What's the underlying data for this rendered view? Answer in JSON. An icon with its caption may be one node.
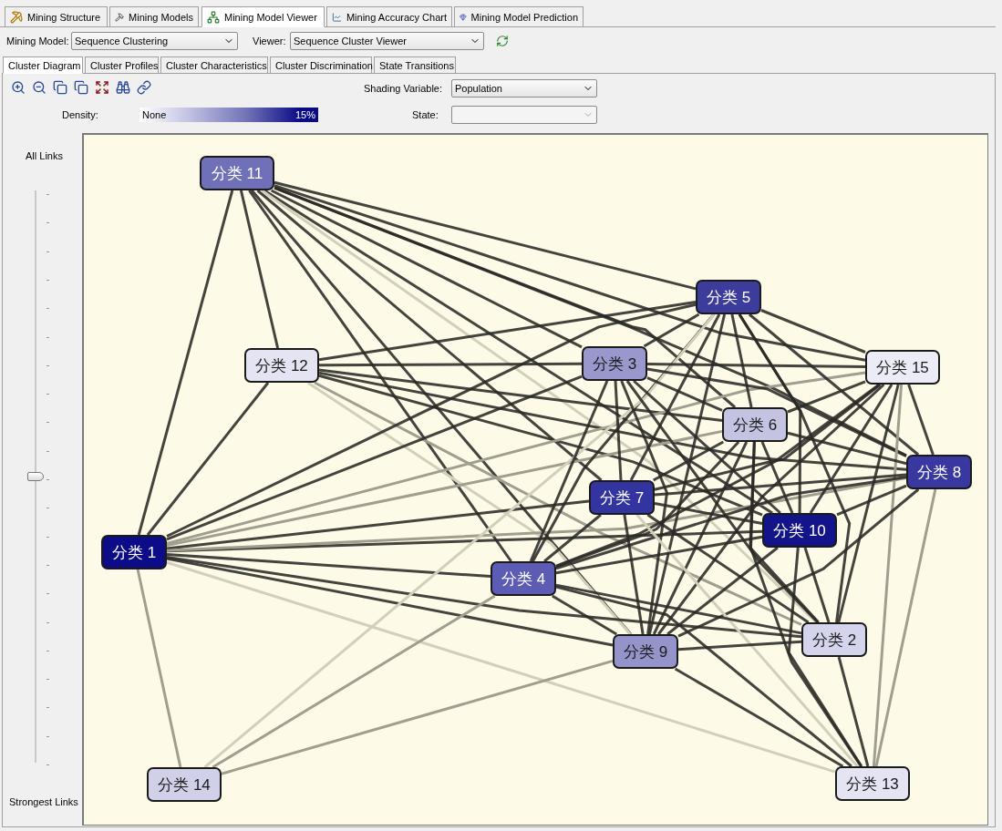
{
  "diagram": {
    "nodes": [
      {
        "text": [
          "分类 11"
        ]
      },
      {
        "text": [
          "分类 5"
        ]
      },
      {
        "text": [
          "分类 12"
        ]
      },
      {
        "text": [
          "分类 3"
        ]
      },
      {
        "text": [
          "分类 15"
        ]
      },
      {
        "text": [
          "分类 6"
        ]
      },
      {
        "text": [
          "分类 8"
        ]
      },
      {
        "text": [
          "分类 7"
        ]
      },
      {
        "text": [
          "分类 10"
        ]
      },
      {
        "text": [
          "分类 1"
        ]
      },
      {
        "text": [
          "分类 4"
        ]
      },
      {
        "text": [
          "分类 2"
        ]
      },
      {
        "text": [
          "分类 9"
        ]
      },
      {
        "text": [
          "分类 14"
        ]
      },
      {
        "text": [
          "分类 13"
        ]
      }
    ],
    "edges": [
      {
        "from": 0,
        "to": 9,
        "arrow": "none"
      },
      {
        "from": 0,
        "to": 2,
        "arrow": "none"
      },
      {
        "from": 0,
        "to": 1,
        "arrow": "none"
      },
      {
        "from": 0,
        "to": 3,
        "arrow": "none"
      },
      {
        "from": 0,
        "to": 4,
        "arrow": "none"
      },
      {
        "from": 0,
        "to": 5,
        "arrow": "none"
      },
      {
        "from": 0,
        "to": 6,
        "arrow": "none"
      },
      {
        "from": 0,
        "to": 7,
        "arrow": "none"
      },
      {
        "from": 0,
        "to": 8,
        "arrow": "none"
      },
      {
        "from": 0,
        "to": 10,
        "arrow": "none"
      },
      {
        "from": 0,
        "to": 11,
        "arrow": "none",
        "color": "#d2cfbb"
      },
      {
        "from": 0,
        "to": 12,
        "arrow": "none"
      },
      {
        "from": 2,
        "to": 9,
        "arrow": "none"
      },
      {
        "from": 2,
        "to": 1,
        "arrow": "none"
      },
      {
        "from": 2,
        "to": 3,
        "arrow": "none"
      },
      {
        "from": 2,
        "to": 5,
        "arrow": "none"
      },
      {
        "from": 2,
        "to": 6,
        "arrow": "none"
      },
      {
        "from": 2,
        "to": 8,
        "arrow": "none"
      },
      {
        "from": 2,
        "to": 11,
        "arrow": "none",
        "color": "#a19e90"
      },
      {
        "from": 2,
        "to": 12,
        "arrow": "none",
        "color": "#d2cfbb"
      },
      {
        "from": 9,
        "to": 1,
        "arrow": "none"
      },
      {
        "from": 9,
        "to": 3,
        "arrow": "none"
      },
      {
        "from": 9,
        "to": 5,
        "arrow": "none",
        "color": "#a19e90"
      },
      {
        "from": 9,
        "to": 7,
        "arrow": "none"
      },
      {
        "from": 9,
        "to": 8,
        "arrow": "none"
      },
      {
        "from": 9,
        "to": 10,
        "arrow": "none"
      },
      {
        "from": 9,
        "to": 11,
        "arrow": "none"
      },
      {
        "from": 9,
        "to": 12,
        "arrow": "none"
      },
      {
        "from": 9,
        "to": 13,
        "arrow": "none",
        "color": "#a19e90"
      },
      {
        "from": 9,
        "to": 14,
        "arrow": "none",
        "color": "#d2cfbb"
      },
      {
        "from": 9,
        "to": 4,
        "arrow": "none",
        "color": "#a19e90"
      },
      {
        "from": 9,
        "to": 6,
        "arrow": "none",
        "color": "#a19e90"
      },
      {
        "from": 1,
        "to": 3,
        "arrow": "none"
      },
      {
        "from": 1,
        "to": 4,
        "arrow": "none"
      },
      {
        "from": 1,
        "to": 5,
        "arrow": "none"
      },
      {
        "from": 1,
        "to": 6,
        "arrow": "none"
      },
      {
        "from": 1,
        "to": 7,
        "arrow": "none"
      },
      {
        "from": 1,
        "to": 8,
        "arrow": "none"
      },
      {
        "from": 1,
        "to": 10,
        "arrow": "none"
      },
      {
        "from": 1,
        "to": 11,
        "arrow": "none"
      },
      {
        "from": 1,
        "to": 12,
        "arrow": "none"
      },
      {
        "from": 1,
        "to": 13,
        "arrow": "none",
        "color": "#d2cfbb"
      },
      {
        "from": 3,
        "to": 4,
        "arrow": "none"
      },
      {
        "from": 3,
        "to": 5,
        "arrow": "none"
      },
      {
        "from": 3,
        "to": 6,
        "arrow": "none"
      },
      {
        "from": 3,
        "to": 7,
        "arrow": "none"
      },
      {
        "from": 3,
        "to": 8,
        "arrow": "none"
      },
      {
        "from": 3,
        "to": 10,
        "arrow": "none"
      },
      {
        "from": 3,
        "to": 11,
        "arrow": "none"
      },
      {
        "from": 3,
        "to": 12,
        "arrow": "none"
      },
      {
        "from": 4,
        "to": 5,
        "arrow": "none"
      },
      {
        "from": 4,
        "to": 6,
        "arrow": "none"
      },
      {
        "from": 4,
        "to": 7,
        "arrow": "none"
      },
      {
        "from": 4,
        "to": 8,
        "arrow": "none"
      },
      {
        "from": 4,
        "to": 10,
        "arrow": "none"
      },
      {
        "from": 4,
        "to": 11,
        "arrow": "none"
      },
      {
        "from": 4,
        "to": 12,
        "arrow": "none"
      },
      {
        "from": 4,
        "to": 14,
        "arrow": "none",
        "color": "#a19e90"
      },
      {
        "from": 5,
        "to": 6,
        "arrow": "none"
      },
      {
        "from": 5,
        "to": 7,
        "arrow": "none"
      },
      {
        "from": 5,
        "to": 8,
        "arrow": "none"
      },
      {
        "from": 5,
        "to": 10,
        "arrow": "none"
      },
      {
        "from": 5,
        "to": 11,
        "arrow": "none"
      },
      {
        "from": 5,
        "to": 12,
        "arrow": "none"
      },
      {
        "from": 5,
        "to": 14,
        "arrow": "none"
      },
      {
        "from": 6,
        "to": 7,
        "arrow": "none"
      },
      {
        "from": 6,
        "to": 8,
        "arrow": "none"
      },
      {
        "from": 6,
        "to": 10,
        "arrow": "none"
      },
      {
        "from": 6,
        "to": 12,
        "arrow": "none"
      },
      {
        "from": 6,
        "to": 14,
        "arrow": "none",
        "color": "#a19e90"
      },
      {
        "from": 7,
        "to": 8,
        "arrow": "none"
      },
      {
        "from": 7,
        "to": 10,
        "arrow": "none"
      },
      {
        "from": 7,
        "to": 11,
        "arrow": "none"
      },
      {
        "from": 7,
        "to": 12,
        "arrow": "none"
      },
      {
        "from": 7,
        "to": 14,
        "arrow": "none",
        "color": "#d2cfbb"
      },
      {
        "from": 8,
        "to": 10,
        "arrow": "none"
      },
      {
        "from": 8,
        "to": 11,
        "arrow": "none"
      },
      {
        "from": 8,
        "to": 12,
        "arrow": "none"
      },
      {
        "from": 8,
        "to": 14,
        "arrow": "none"
      },
      {
        "from": 10,
        "to": 11,
        "arrow": "none"
      },
      {
        "from": 10,
        "to": 12,
        "arrow": "none"
      },
      {
        "from": 10,
        "to": 13,
        "arrow": "none",
        "color": "#a19e90"
      },
      {
        "from": 10,
        "to": 14,
        "arrow": "none"
      },
      {
        "from": 12,
        "to": 11,
        "arrow": "none"
      },
      {
        "from": 12,
        "to": 14,
        "arrow": "none"
      },
      {
        "from": 12,
        "to": 13,
        "arrow": "none",
        "color": "#a19e90"
      },
      {
        "from": 11,
        "to": 14,
        "arrow": "none"
      }
    ],
    "labels": [
      "Mining Structure",
      "Mining Models",
      "Mining Model Viewer",
      "Mining Accuracy Chart",
      "Mining Model Prediction",
      "Mining Model:",
      "Sequence Clustering",
      "Viewer:",
      "Sequence Cluster Viewer",
      "Cluster Diagram",
      "Cluster Profiles",
      "Cluster Characteristics",
      "Cluster Discrimination",
      "State Transitions",
      "Shading Variable:",
      "Population",
      "Density:",
      "None",
      "15%",
      "State:",
      "All Links",
      "Strongest Links"
    ]
  }
}
